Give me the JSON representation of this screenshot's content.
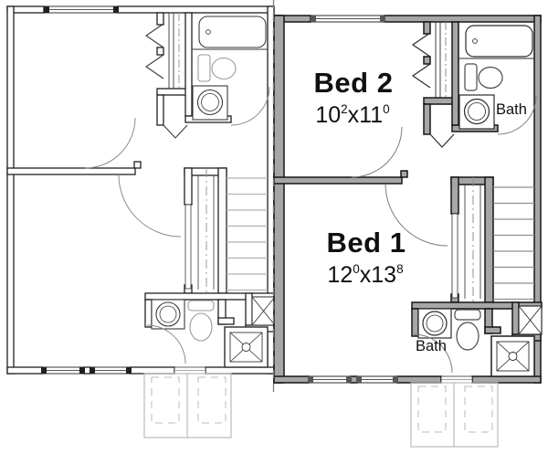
{
  "plan": {
    "rooms": {
      "bed2": {
        "label": "Bed 2",
        "feet1": "10",
        "inches1": "2",
        "sep": "x",
        "feet2": "11",
        "inches2": "0"
      },
      "bed1": {
        "label": "Bed 1",
        "feet1": "12",
        "inches1": "0",
        "sep": "x",
        "feet2": "13",
        "inches2": "8"
      },
      "bath_upper": {
        "label": "Bath"
      },
      "bath_lower": {
        "label": "Bath"
      }
    },
    "units": {
      "left": "unlabeled duplex unit (thin line style)",
      "right": "labeled duplex unit (thick gray wall style)"
    },
    "colors": {
      "background": "#ffffff",
      "wall_fill_right_unit": "#a6a6a6",
      "wall_outline": "#161616",
      "thin_wall_line": "#1f1f1f",
      "fixture_line": "#2b2b2b",
      "stair_tread": "#8f8f8f",
      "porch_outline": "#b5b5b5",
      "property_line": "#7a7a7a",
      "text": "#101010"
    },
    "icons": [
      "bathtub-icon",
      "toilet-icon",
      "sink-icon",
      "shower-icon",
      "linen-closet-icon",
      "door-arc-icon",
      "closet-bifold-door-icon",
      "closet-door-icon",
      "window-icon",
      "staircase",
      "porch-outline",
      "property-line"
    ]
  }
}
